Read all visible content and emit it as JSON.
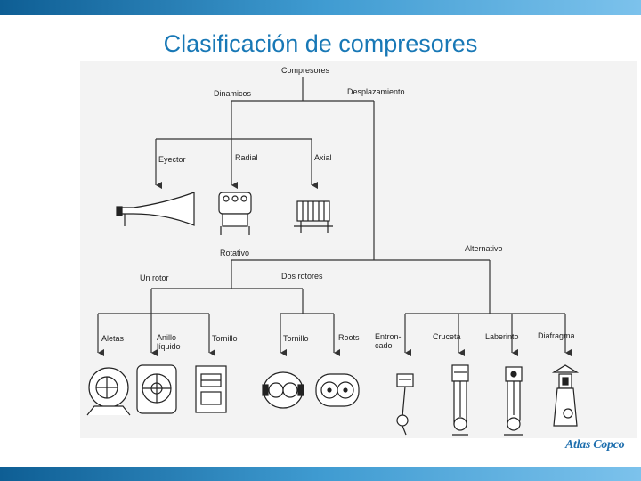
{
  "slide": {
    "title": "Clasificación de compresores",
    "logo_text": "Atlas Copco",
    "accent_color": "#1878b6"
  },
  "diagram": {
    "root": "Compresores",
    "branches": {
      "dinamicos": "Dinamicos",
      "desplazamiento": "Desplazamiento"
    },
    "dynamic_types": [
      "Eyector",
      "Radial",
      "Axial"
    ],
    "displacement_groups": {
      "rotativo": "Rotativo",
      "alternativo": "Alternativo"
    },
    "rotary_groups": {
      "un_rotor": "Un rotor",
      "dos_rotores": "Dos rotores"
    },
    "one_rotor_types": [
      "Aletas",
      "Anillo líquido",
      "Tornillo"
    ],
    "two_rotor_types": [
      "Tornillo",
      "Roots"
    ],
    "reciprocating_types": [
      "Entron-cado",
      "Cruceta",
      "Laberinto",
      "Diafragma"
    ]
  }
}
